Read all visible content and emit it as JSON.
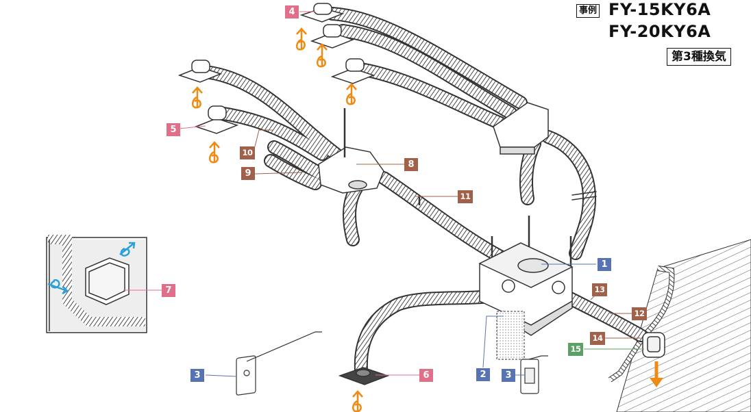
{
  "header": {
    "example_tag": "事例",
    "model_1": "FY-15KY6A",
    "model_2": "FY-20KY6A",
    "ventilation_type": "第3種換気"
  },
  "colors": {
    "callout_pink": "#e0708a",
    "callout_blue": "#5873b4",
    "callout_brown": "#a0604a",
    "callout_green": "#5aa163",
    "airflow_orange": "#ef8a12",
    "airflow_blue": "#2aa0d8",
    "duct_line": "#333333"
  },
  "callouts": [
    {
      "id": "1",
      "label": "1"
    },
    {
      "id": "2",
      "label": "2"
    },
    {
      "id": "3a",
      "label": "3"
    },
    {
      "id": "3b",
      "label": "3"
    },
    {
      "id": "4",
      "label": "4"
    },
    {
      "id": "5",
      "label": "5"
    },
    {
      "id": "6",
      "label": "6"
    },
    {
      "id": "7",
      "label": "7"
    },
    {
      "id": "8",
      "label": "8"
    },
    {
      "id": "9",
      "label": "9"
    },
    {
      "id": "10",
      "label": "10"
    },
    {
      "id": "11",
      "label": "11"
    },
    {
      "id": "12",
      "label": "12"
    },
    {
      "id": "13",
      "label": "13"
    },
    {
      "id": "14",
      "label": "14"
    },
    {
      "id": "15",
      "label": "15"
    }
  ]
}
